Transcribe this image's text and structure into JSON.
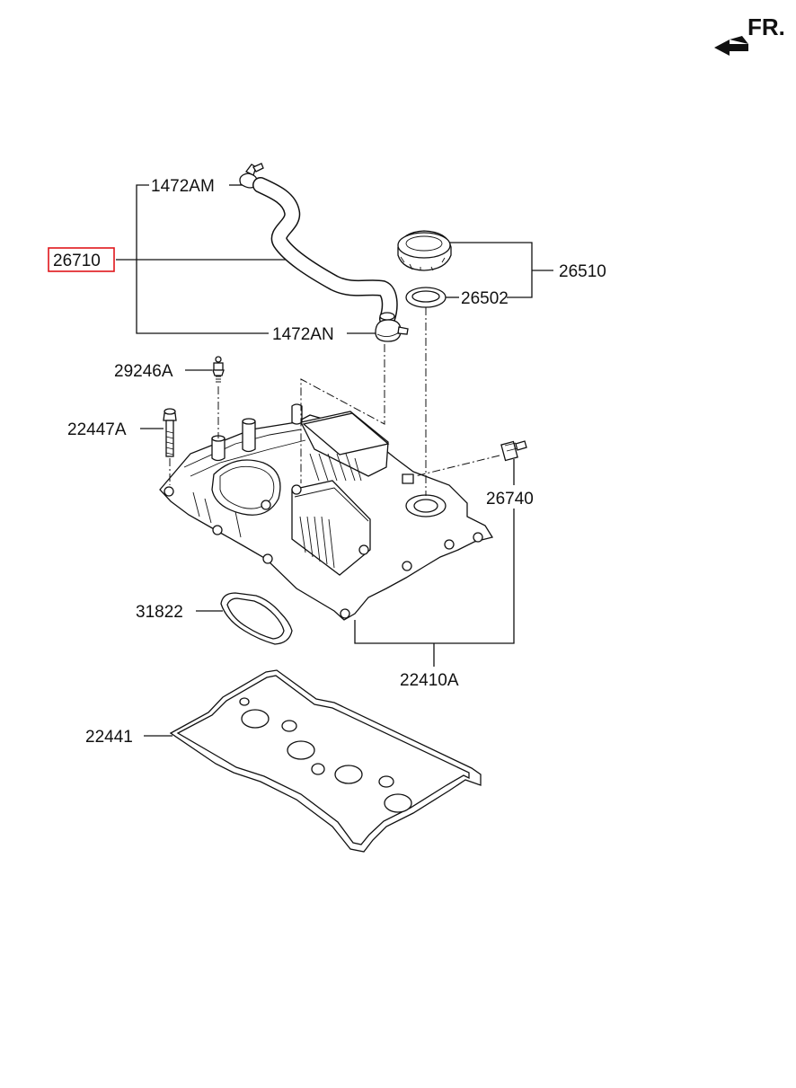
{
  "direction": {
    "label": "FR.",
    "icon": "front-arrow-icon"
  },
  "highlight_color": "#e0161b",
  "parts": {
    "hose_clamp_upper": "1472AM",
    "breather_hose": "26710",
    "oil_filler_cap_assy": "26510",
    "cap_gasket": "26502",
    "hose_clamp_lower": "1472AN",
    "stud_bolt": "29246A",
    "cover_bolt": "22447A",
    "pcv_valve": "26740",
    "seal_gasket": "31822",
    "rocker_cover_assy": "22410A",
    "rocker_cover_gasket": "22441"
  },
  "highlighted_part": "26710"
}
